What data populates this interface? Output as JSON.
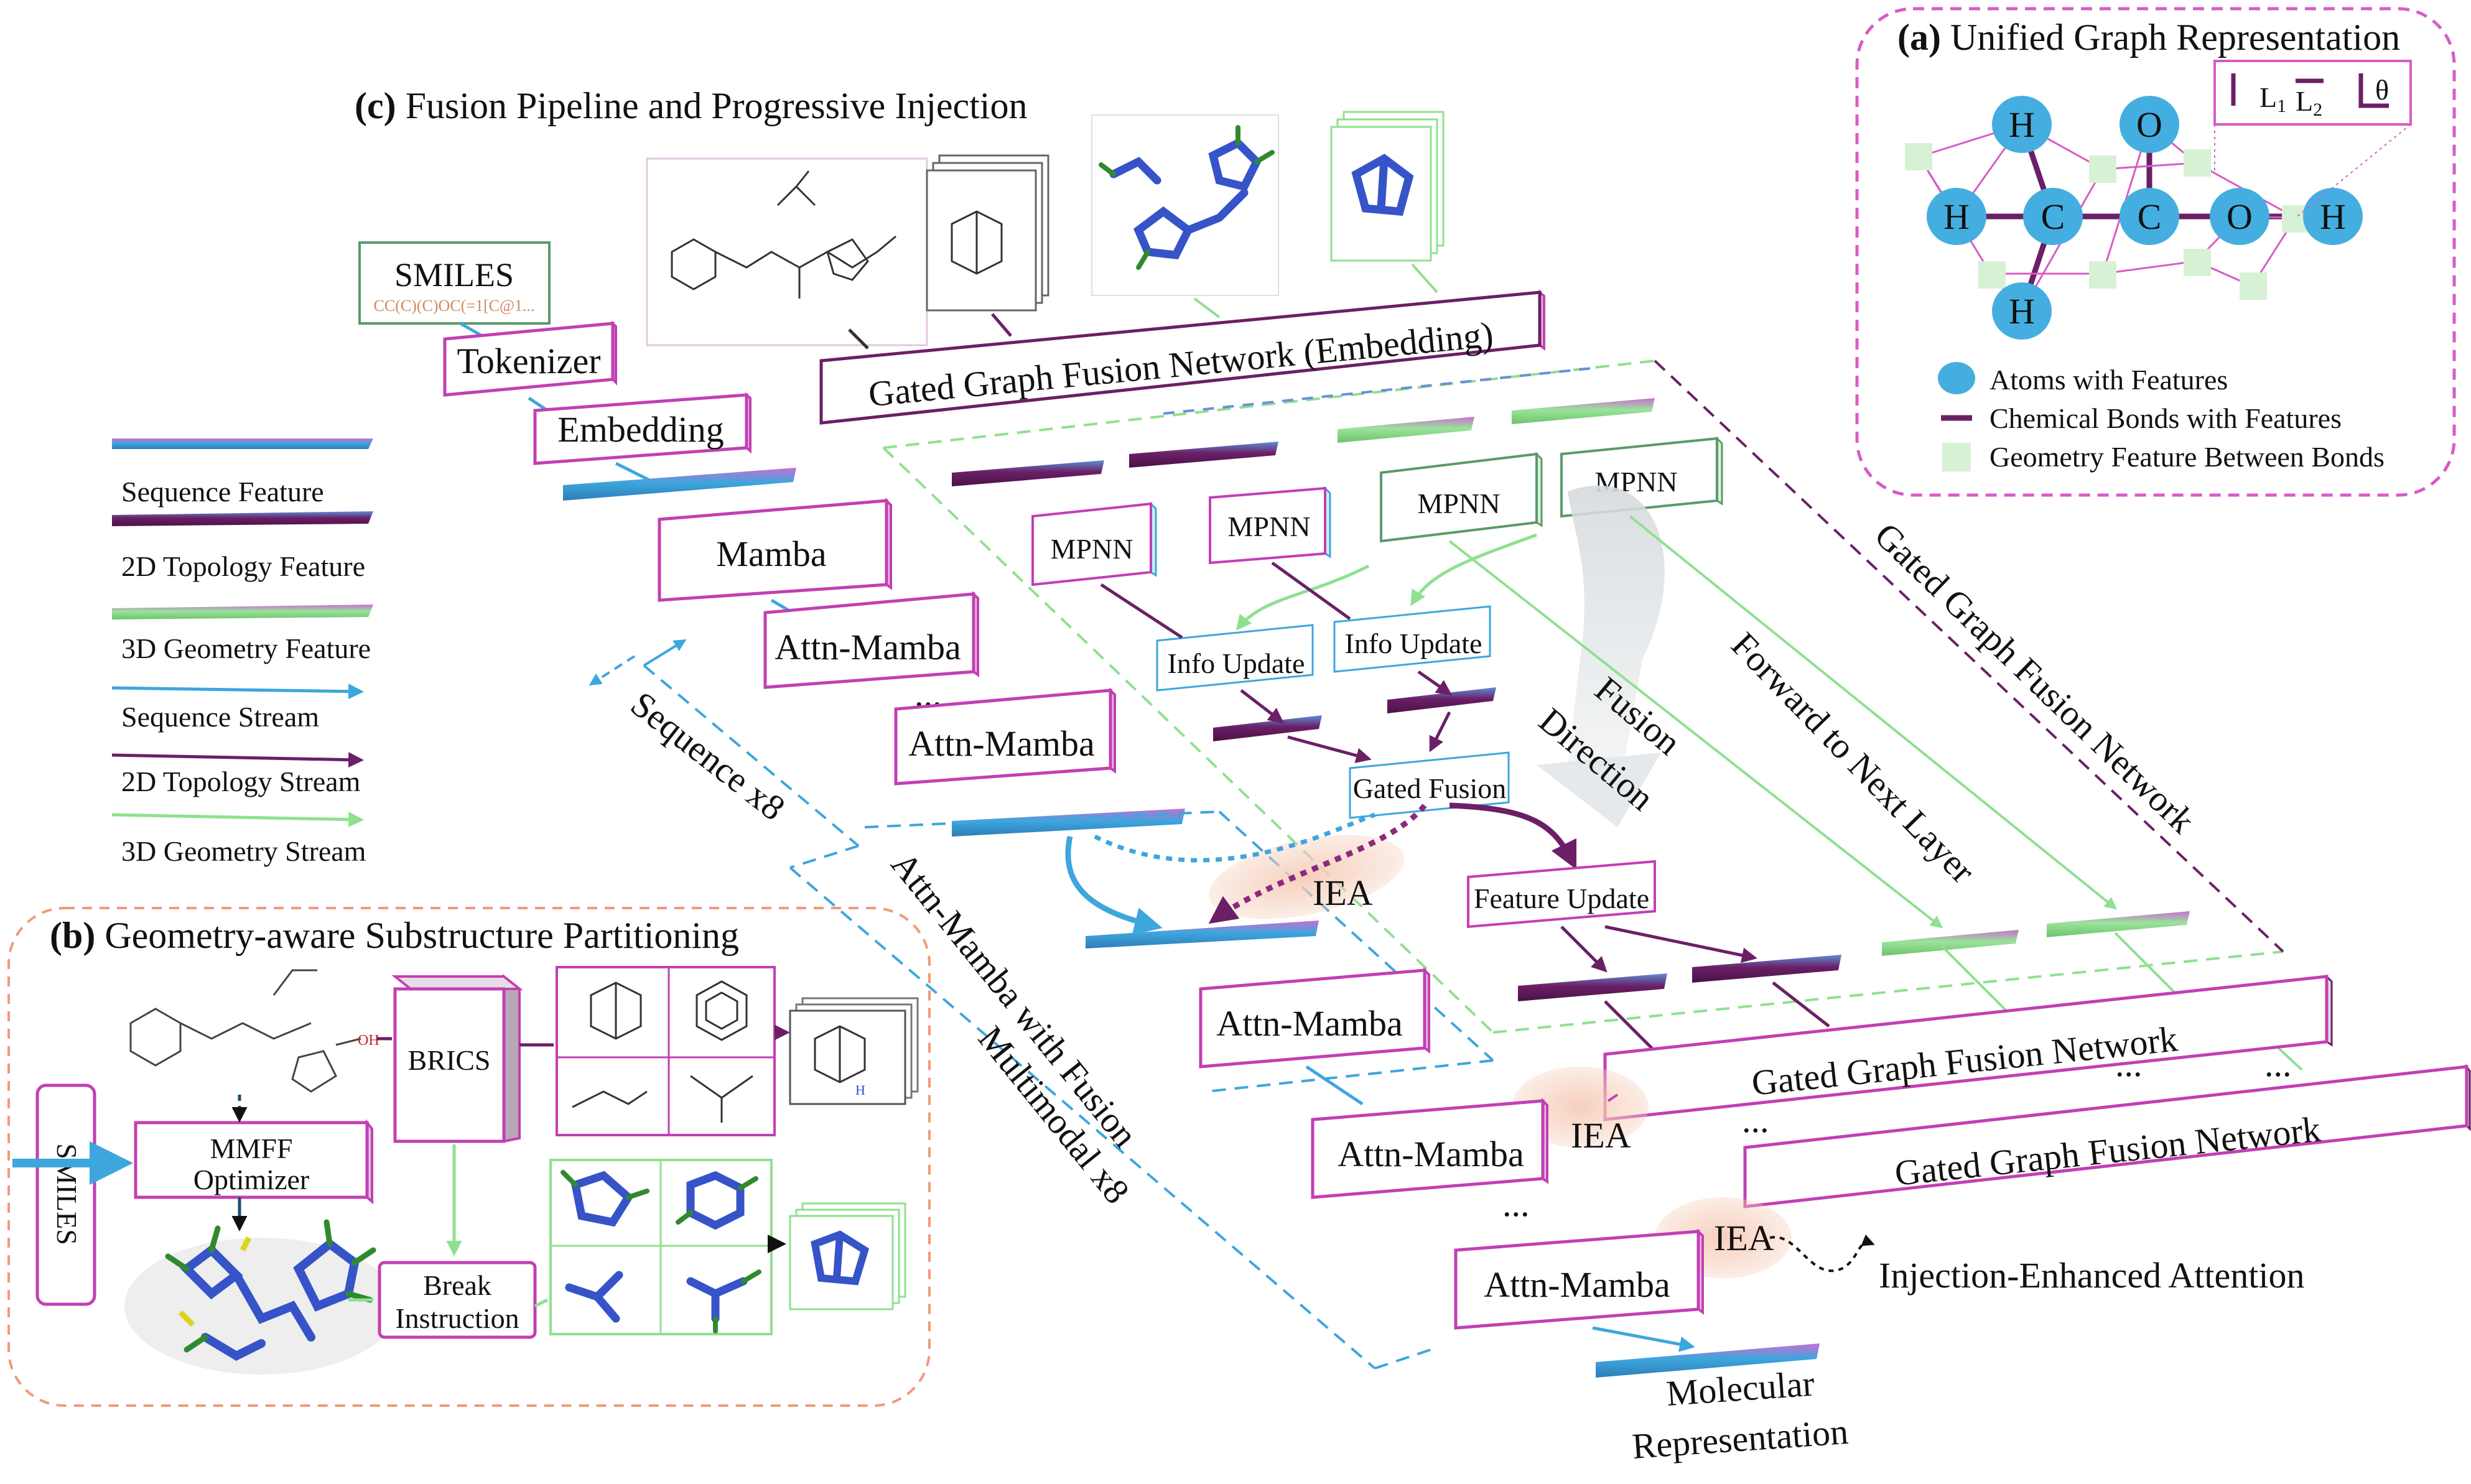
{
  "panel_a": {
    "title_letter": "(a)",
    "title": "Unified Graph Representation",
    "atoms": {
      "h_top_left": "H",
      "o_top": "O",
      "h_left": "H",
      "c_left": "C",
      "c_mid": "C",
      "o_right": "O",
      "h_right": "H",
      "h_bottom": "H"
    },
    "geometry_inset": {
      "l1": "L",
      "l1_sub": "1",
      "l2": "L",
      "l2_sub": "2",
      "theta": "θ"
    },
    "legend": {
      "atoms": "Atoms with Features",
      "bonds": "Chemical Bonds with Features",
      "geometry": "Geometry Feature Between Bonds"
    }
  },
  "panel_b": {
    "title_letter": "(b)",
    "title": "Geometry-aware Substructure Partitioning",
    "smiles": "SMILES",
    "mmff_line1": "MMFF",
    "mmff_line2": "Optimizer",
    "brics": "BRICS",
    "break_line1": "Break",
    "break_line2": "Instruction"
  },
  "panel_c": {
    "title_letter": "(c)",
    "title": "Fusion Pipeline and Progressive Injection",
    "smiles_title": "SMILES",
    "smiles_string": "CC(C)(C)OC(=1[C@1...",
    "tokenizer": "Tokenizer",
    "embedding": "Embedding",
    "mamba": "Mamba",
    "attn_mamba": "Attn-Mamba",
    "ellipsis": "...",
    "ggfn_embedding": "Gated Graph Fusion Network (Embedding)",
    "mpnn": "MPNN",
    "info_update": "Info Update",
    "gated_fusion": "Gated Fusion",
    "feature_update": "Feature Update",
    "iea": "IEA",
    "fusion_direction_1": "Fusion",
    "fusion_direction_2": "Direction",
    "forward_next": "Forward to Next Layer",
    "ggfn_rotated": "Gated Graph Fusion Network",
    "ggfn": "Gated Graph Fusion Network",
    "sequence_x8": "Sequence  x8",
    "attn_fusion": "Attn-Mamba with Fusion",
    "multimodal_x8": "Multimodal   x8",
    "injection_attention": "Injection-Enhanced Attention",
    "molecular_1": "Molecular",
    "molecular_2": "Representation"
  },
  "legend": {
    "sequence_feature": "Sequence Feature",
    "topology_feature": "2D Topology Feature",
    "geometry_feature": "3D Geometry Feature",
    "sequence_stream": "Sequence Stream",
    "topology_stream": "2D Topology Stream",
    "geometry_stream": "3D Geometry Stream"
  },
  "colors": {
    "sequence": "#3da6dd",
    "topology": "#6b1f66",
    "geometry": "#8fe08f",
    "box_border": "#c23fb3",
    "atom": "#45aee0",
    "iea_glow": "#f6cdb9"
  }
}
